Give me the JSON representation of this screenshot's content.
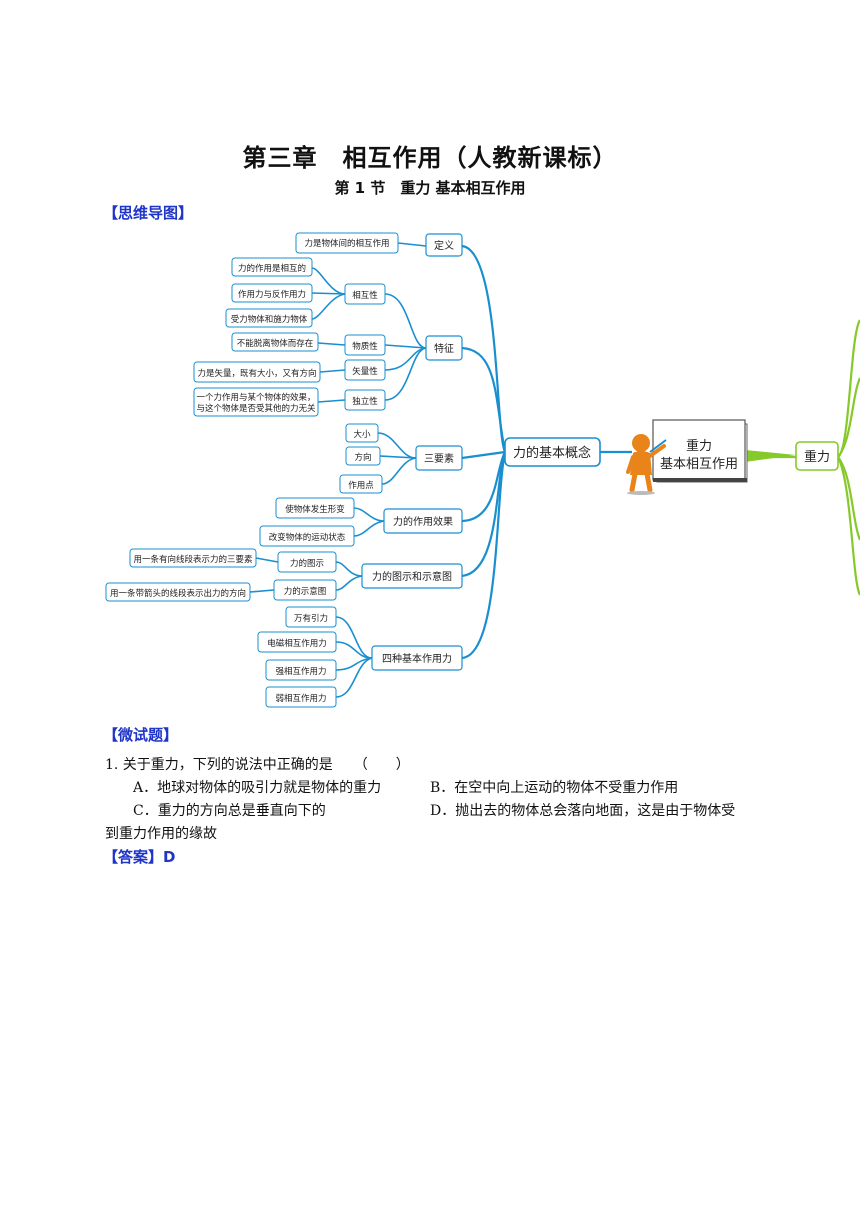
{
  "header": {
    "chapter_title": "第三章　相互作用（人教新课标）",
    "section_title": "第 1 节　重力 基本相互作用",
    "mindmap_heading": "【思维导图】"
  },
  "mindmap": {
    "center": {
      "line1": "重力",
      "line2": "基本相互作用"
    },
    "right_branch": "重力",
    "main_topic": "力的基本概念",
    "nodes": {
      "dingyi": "定义",
      "dingyi_leaf": "力是物体间的相互作用",
      "tezheng": "特征",
      "xianghuxing": "相互性",
      "xh_leaf1": "力的作用是相互的",
      "xh_leaf2": "作用力与反作用力",
      "xh_leaf3": "受力物体和施力物体",
      "wuzhixing": "物质性",
      "wz_leaf": "不能脱离物体而存在",
      "shiliangxing": "矢量性",
      "sl_leaf": "力是矢量，既有大小，又有方向",
      "dulixing": "独立性",
      "dl_leaf_line1": "一个力作用与某个物体的效果，",
      "dl_leaf_line2": "与这个物体是否受其他的力无关",
      "sanyaosu": "三要素",
      "daxiao": "大小",
      "fangxiang": "方向",
      "zuoyongdian": "作用点",
      "xiaoguo": "力的作用效果",
      "xg_leaf1": "使物体发生形变",
      "xg_leaf2": "改变物体的运动状态",
      "tushi": "力的图示和示意图",
      "tushi1": "力的图示",
      "tushi1_leaf": "用一条有向线段表示力的三要素",
      "tushi2": "力的示意图",
      "tushi2_leaf": "用一条带箭头的线段表示出力的方向",
      "sizhong": "四种基本作用力",
      "sz1": "万有引力",
      "sz2": "电磁相互作用力",
      "sz3": "强相互作用力",
      "sz4": "弱相互作用力"
    }
  },
  "quiz": {
    "heading": "【微试题】",
    "question": "1. 关于重力，下列的说法中正确的是　　（　　）",
    "option_a": "A．地球对物体的吸引力就是物体的重力",
    "option_b": "B．在空中向上运动的物体不受重力作用",
    "option_c": "C．重力的方向总是垂直向下的",
    "option_d": "D．抛出去的物体总会落向地面，这是由于物体受",
    "option_d_cont": "到重力作用的缘故",
    "answer_label": "【答案】",
    "answer_value": "D"
  },
  "colors": {
    "blue_branch": "#1a8fd0",
    "green_branch": "#86c92a",
    "heading_blue": "#1f35c8",
    "figure_orange": "#e8841a"
  }
}
